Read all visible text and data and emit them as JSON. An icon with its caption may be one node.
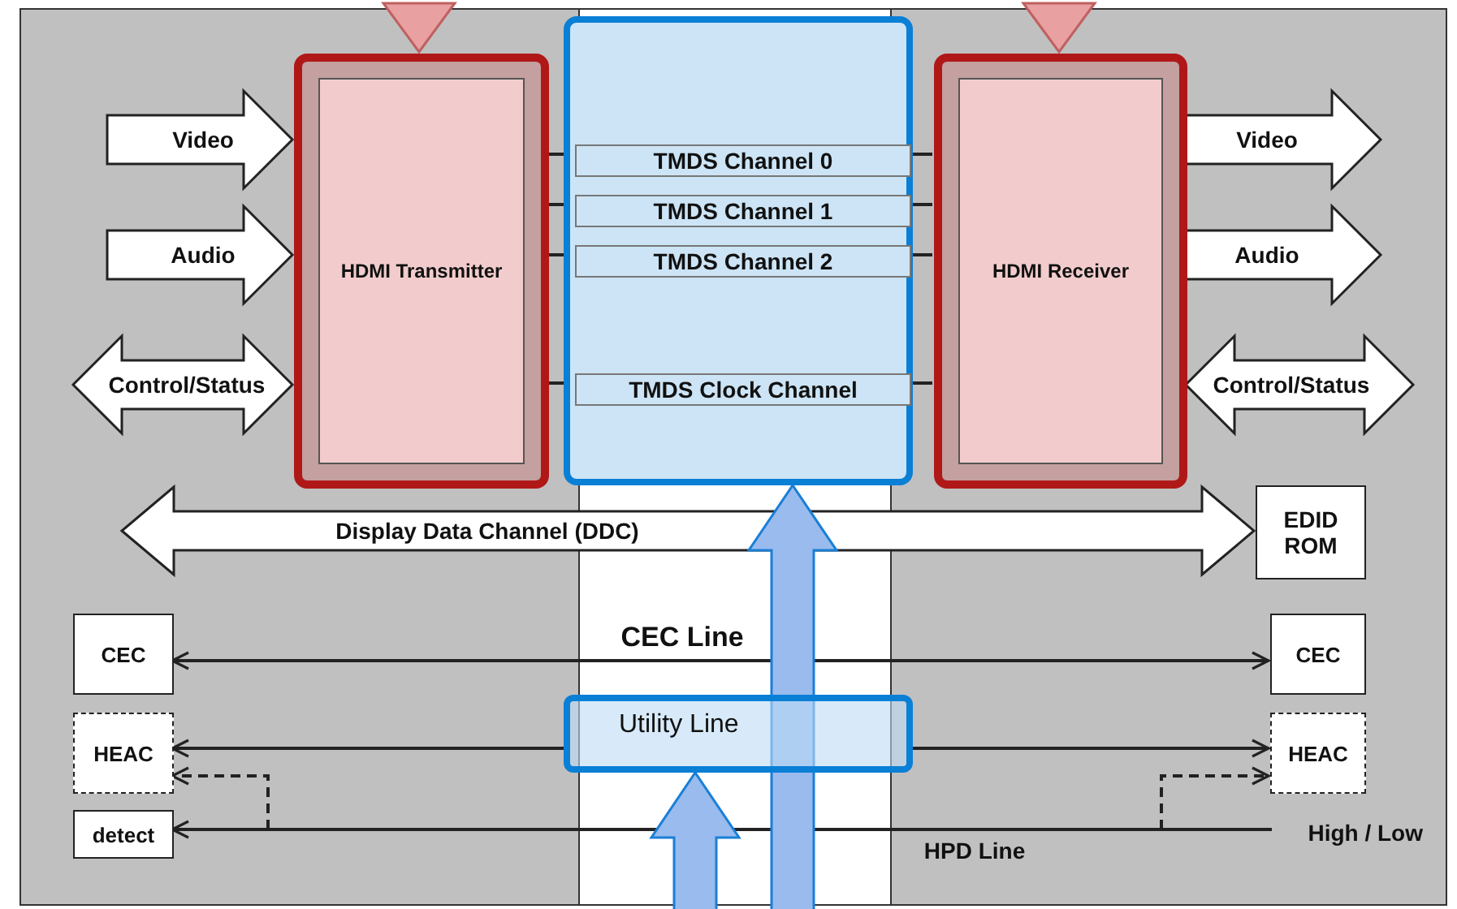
{
  "diagram": {
    "nodes": [
      {
        "text": [],
        "shape": "box"
      },
      {
        "text": [
          "HDMI Transmitter"
        ],
        "in": 0
      },
      {
        "text": [],
        "shape": "box"
      },
      {
        "text": [
          "TMDS Channel 0"
        ],
        "in": 2
      },
      {
        "text": [
          "TMDS Channel 1"
        ],
        "in": 2
      },
      {
        "text": [
          "TMDS Channel 2"
        ],
        "in": 2
      },
      {
        "text": [
          "TMDS Clock Channel"
        ],
        "in": 2
      },
      {
        "text": [],
        "shape": "box"
      },
      {
        "text": [
          "HDMI Receiver"
        ],
        "in": 7
      },
      {
        "text": [
          "EDID ROM"
        ],
        "in": 7
      },
      {
        "text": [
          "CEC"
        ],
        "in": 0
      },
      {
        "text": [
          "HEAC"
        ],
        "in": 0
      },
      {
        "text": [
          "detect"
        ],
        "in": 0
      },
      {
        "text": [
          "Utility Line"
        ]
      },
      {
        "text": [
          "CEC"
        ],
        "in": 7
      },
      {
        "text": [
          "HEAC"
        ],
        "in": 7
      },
      {
        "text": [
          "High / Low"
        ],
        "in": 7
      }
    ],
    "edges": [
      {
        "from": null,
        "to": 1,
        "arrow": "to",
        "label": "Video",
        "style": "thick"
      },
      {
        "from": null,
        "to": 1,
        "arrow": "to",
        "label": "Audio",
        "style": "thick"
      },
      {
        "from": null,
        "to": 1,
        "arrow": "both",
        "label": "Control/Status",
        "style": "thick"
      },
      {
        "from": 8,
        "to": null,
        "arrow": "to",
        "label": "Video",
        "style": "thick"
      },
      {
        "from": 8,
        "to": null,
        "arrow": "to",
        "label": "Audio",
        "style": "thick"
      },
      {
        "from": 8,
        "to": null,
        "arrow": "both",
        "label": "Control/Status",
        "style": "thick"
      },
      {
        "from": null,
        "to": 1,
        "arrow": "to",
        "style": "thick",
        "color": "#e8a0a0"
      },
      {
        "from": null,
        "to": 8,
        "arrow": "to",
        "style": "thick",
        "color": "#e8a0a0"
      },
      {
        "from": 1,
        "to": 3,
        "arrow": "none"
      },
      {
        "from": 3,
        "to": 8,
        "arrow": "none"
      },
      {
        "from": 1,
        "to": 4,
        "arrow": "none"
      },
      {
        "from": 4,
        "to": 8,
        "arrow": "none"
      },
      {
        "from": 1,
        "to": 5,
        "arrow": "none"
      },
      {
        "from": 5,
        "to": 8,
        "arrow": "none"
      },
      {
        "from": 1,
        "to": 6,
        "arrow": "none"
      },
      {
        "from": 6,
        "to": 8,
        "arrow": "none"
      },
      {
        "from": null,
        "to": 9,
        "arrow": "both",
        "label": "Display Data Channel (DDC)",
        "style": "thick"
      },
      {
        "from": 10,
        "to": 14,
        "arrow": "both",
        "label": "CEC Line"
      },
      {
        "from": 13,
        "to": 11,
        "arrow": "to"
      },
      {
        "from": 16,
        "to": 12,
        "arrow": "to",
        "label": "HPD Line"
      },
      {
        "from": null,
        "to": 11,
        "arrow": "to",
        "style": "dashed"
      },
      {
        "from": null,
        "to": 15,
        "arrow": "to",
        "style": "dashed"
      },
      {
        "from": null,
        "to": 2,
        "arrow": "to",
        "style": "thick",
        "color": "#99bbee"
      },
      {
        "from": null,
        "to": 13,
        "arrow": "to",
        "style": "thick",
        "color": "#99bbee"
      },
      {
        "from": 13,
        "to": 15,
        "arrow": "to"
      }
    ]
  }
}
